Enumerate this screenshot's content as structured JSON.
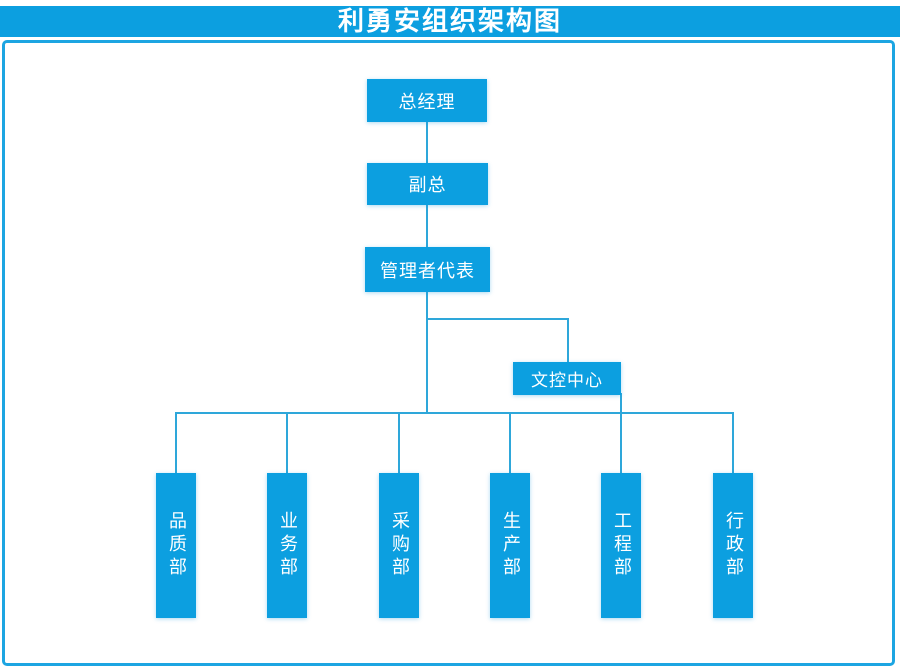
{
  "title": "利勇安组织架构图",
  "colors": {
    "primary": "#0C9FE0",
    "line": "#2EA7DA",
    "frame": "#1CA5E2",
    "text": "#FFFFFF",
    "page-bg": "#FFFFFF"
  },
  "org": {
    "level1": "总经理",
    "level2": "副总",
    "level3": "管理者代表",
    "doc_control": "文控中心",
    "departments": [
      "品质部",
      "业务部",
      "采购部",
      "生产部",
      "工程部",
      "行政部"
    ]
  }
}
